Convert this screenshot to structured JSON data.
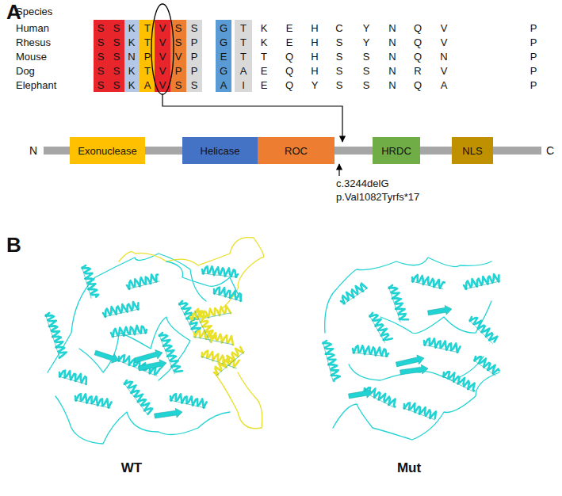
{
  "diagram": {
    "nodes": [
      {
        "text": [
          "Exonuclease"
        ]
      },
      {
        "text": [
          "Helicase"
        ]
      },
      {
        "text": [
          "ROC"
        ]
      },
      {
        "text": [
          "HRDC"
        ]
      },
      {
        "text": [
          "NLS"
        ]
      }
    ],
    "labels": [
      "A",
      "Species",
      "Human",
      "S",
      "S",
      "K",
      "T",
      "V",
      "S",
      "S",
      "G",
      "T",
      "K",
      "E",
      "H",
      "C",
      "Y",
      "N",
      "Q",
      "V",
      "P",
      "Rhesus",
      "S",
      "S",
      "K",
      "T",
      "V",
      "S",
      "P",
      "G",
      "T",
      "K",
      "E",
      "H",
      "S",
      "Y",
      "N",
      "Q",
      "V",
      "P",
      "Mouse",
      "S",
      "S",
      "N",
      "P",
      "V",
      "V",
      "P",
      "E",
      "T",
      "T",
      "Q",
      "H",
      "S",
      "S",
      "N",
      "Q",
      "N",
      "P",
      "Dog",
      "S",
      "S",
      "K",
      "T",
      "V",
      "P",
      "P",
      "G",
      "A",
      "E",
      "Q",
      "H",
      "S",
      "S",
      "N",
      "R",
      "V",
      "P",
      "Elephant",
      "S",
      "S",
      "K",
      "A",
      "V",
      "S",
      "S",
      "A",
      "I",
      "E",
      "Q",
      "Y",
      "S",
      "S",
      "N",
      "Q",
      "A",
      "P",
      "N",
      "C",
      "c.3244delG",
      "p.Val1082Tyrfs*17",
      "B",
      "WT",
      "Mut"
    ]
  }
}
